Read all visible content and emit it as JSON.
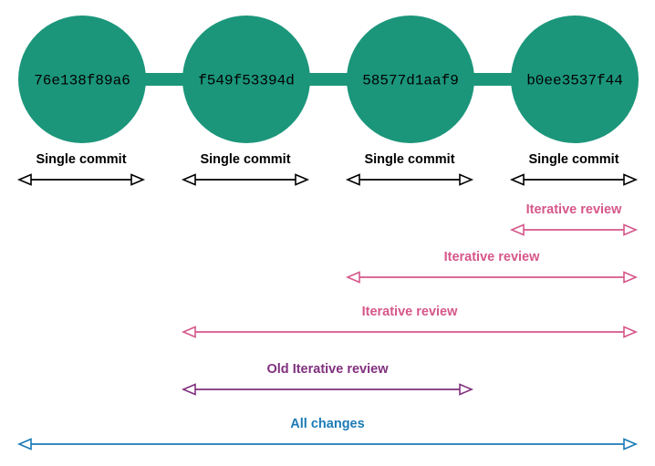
{
  "commits": [
    {
      "id": "76e138f89a6"
    },
    {
      "id": "f549f53394d"
    },
    {
      "id": "58577d1aaf9"
    },
    {
      "id": "b0ee3537f44"
    }
  ],
  "colors": {
    "commit_fill": "#1b967b",
    "single_commit": "#000000",
    "iterative_review": "#d6578a",
    "old_iterative_review": "#80307e",
    "all_changes": "#1b7bb5"
  },
  "ranges": [
    {
      "label": "Single commit",
      "from": 0,
      "to": 0,
      "style": "single_commit"
    },
    {
      "label": "Single commit",
      "from": 1,
      "to": 1,
      "style": "single_commit"
    },
    {
      "label": "Single commit",
      "from": 2,
      "to": 2,
      "style": "single_commit"
    },
    {
      "label": "Single commit",
      "from": 3,
      "to": 3,
      "style": "single_commit"
    },
    {
      "label": "Iterative review",
      "from": 3,
      "to": 3,
      "style": "iterative_review"
    },
    {
      "label": "Iterative review",
      "from": 2,
      "to": 3,
      "style": "iterative_review"
    },
    {
      "label": "Iterative review",
      "from": 1,
      "to": 3,
      "style": "iterative_review"
    },
    {
      "label": "Old Iterative review",
      "from": 1,
      "to": 2,
      "style": "old_iterative_review"
    },
    {
      "label": "All changes",
      "from": 0,
      "to": 3,
      "style": "all_changes"
    }
  ]
}
